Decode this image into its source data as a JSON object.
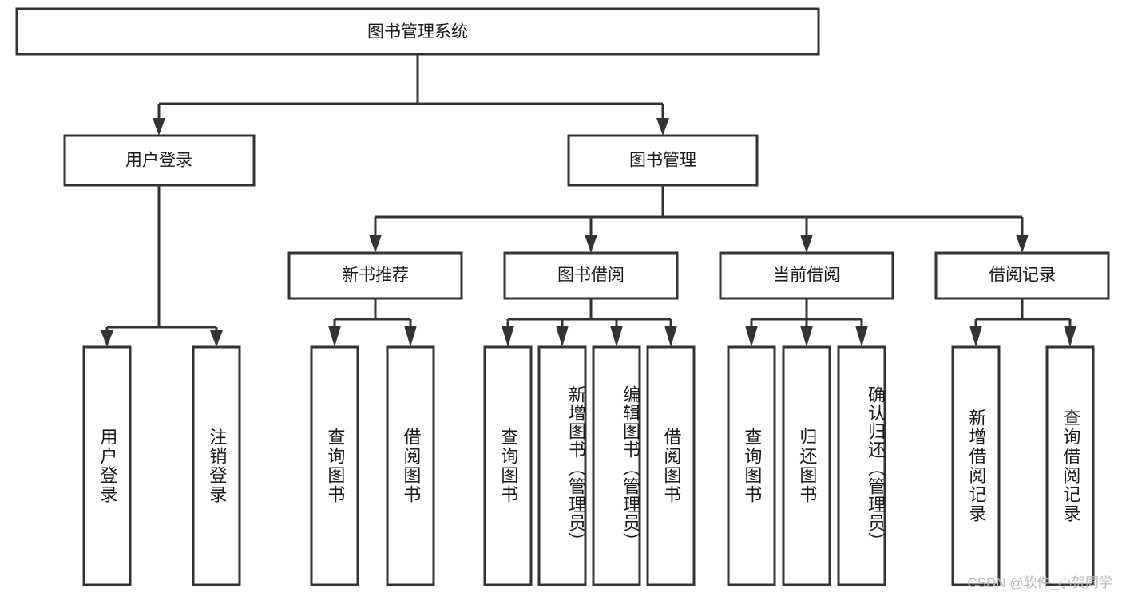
{
  "diagram": {
    "type": "tree-hierarchy",
    "title": "图书管理系统",
    "watermark": "CSDN @软件_小贺同学",
    "colors": {
      "box_stroke": "#333333",
      "box_fill": "#ffffff",
      "connector": "#333333",
      "text": "#1a1a1a",
      "watermark": "#b9b9b9",
      "background": "#ffffff"
    },
    "root": {
      "label": "图书管理系统",
      "orientation": "horizontal"
    },
    "level2": [
      {
        "label": "用户登录",
        "orientation": "horizontal"
      },
      {
        "label": "图书管理",
        "orientation": "horizontal"
      }
    ],
    "level3": [
      {
        "label": "新书推荐",
        "orientation": "horizontal"
      },
      {
        "label": "图书借阅",
        "orientation": "horizontal"
      },
      {
        "label": "当前借阅",
        "orientation": "horizontal"
      },
      {
        "label": "借阅记录",
        "orientation": "horizontal"
      }
    ],
    "leaves": {
      "user_login": [
        {
          "label": "用户登录",
          "orientation": "vertical"
        },
        {
          "label": "注销登录",
          "orientation": "vertical"
        }
      ],
      "new_book_recommend": [
        {
          "label": "查询图书",
          "orientation": "vertical"
        },
        {
          "label": "借阅图书",
          "orientation": "vertical"
        }
      ],
      "book_borrow": [
        {
          "label": "查询图书",
          "orientation": "vertical"
        },
        {
          "label": "新增图书（管理员）",
          "orientation": "vertical"
        },
        {
          "label": "编辑图书（管理员）",
          "orientation": "vertical"
        },
        {
          "label": "借阅图书",
          "orientation": "vertical"
        }
      ],
      "current_borrow": [
        {
          "label": "查询图书",
          "orientation": "vertical"
        },
        {
          "label": "归还图书",
          "orientation": "vertical"
        },
        {
          "label": "确认归还（管理员）",
          "orientation": "vertical"
        }
      ],
      "borrow_record": [
        {
          "label": "新增借阅记录",
          "orientation": "vertical"
        },
        {
          "label": "查询借阅记录",
          "orientation": "vertical"
        }
      ]
    }
  }
}
